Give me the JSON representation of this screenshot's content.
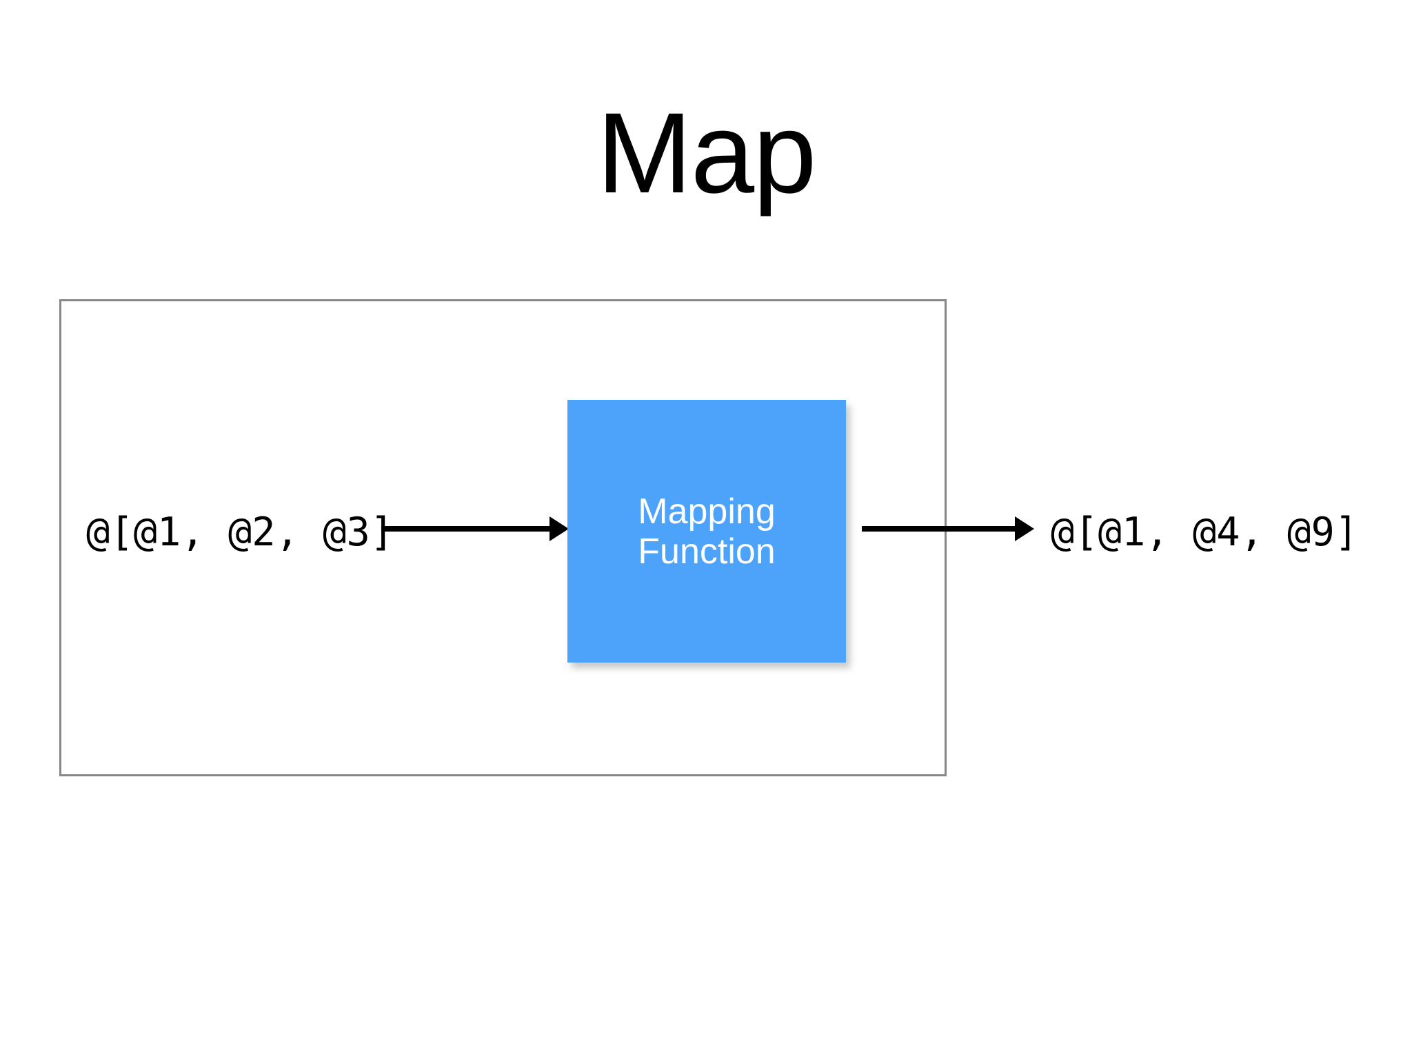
{
  "slide": {
    "title": "Map",
    "background_color": "#ffffff"
  },
  "diagram": {
    "frame": {
      "name": "diagram-frame",
      "border_color": "#878787"
    },
    "input": {
      "label": "@[@1, @2, @3]",
      "elements": [
        "@1",
        "@2",
        "@3"
      ]
    },
    "output": {
      "label": "@[@1, @4, @9]",
      "elements": [
        "@1",
        "@4",
        "@9"
      ]
    },
    "process": {
      "label": "Mapping\nFunction",
      "line_1": "Mapping",
      "line_2": "Function",
      "fill_color": "#4da2fa",
      "text_color": "#ffffff"
    },
    "arrows": [
      {
        "name": "input-arrow",
        "direction": "right",
        "color": "#000000"
      },
      {
        "name": "output-arrow",
        "direction": "right",
        "color": "#000000"
      }
    ]
  }
}
